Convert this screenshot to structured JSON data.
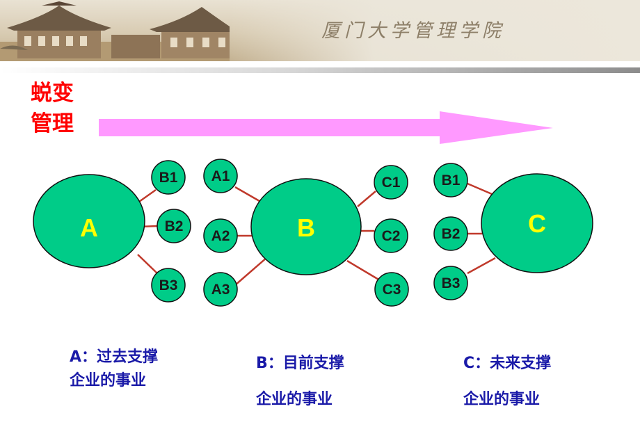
{
  "header": {
    "title": "厦门大学管理学院"
  },
  "heading": {
    "line1": "蜕变",
    "line2": "管理"
  },
  "colors": {
    "node_fill": "#00cc88",
    "big_label": "#ffff00",
    "small_label": "#1a1a1a",
    "edge": "#c0392b",
    "arrow": "#ff99ff",
    "caption": "#1a1aa8",
    "heading": "#ff0000"
  },
  "diagram": {
    "groups": [
      {
        "center": "A",
        "left": [],
        "right": [
          "B1",
          "B2",
          "B3"
        ]
      },
      {
        "center": "B",
        "left": [
          "A1",
          "A2",
          "A3"
        ],
        "right": [
          "C1",
          "C2",
          "C3"
        ]
      },
      {
        "center": "C",
        "left": [
          "B1",
          "B2",
          "B3"
        ],
        "right": []
      }
    ]
  },
  "captions": [
    {
      "line1": "A：过去支撑",
      "line2": "企业的事业"
    },
    {
      "line1": "B：目前支撑",
      "line2": "企业的事业"
    },
    {
      "line1": "C：未来支撑",
      "line2": "企业的事业"
    }
  ]
}
